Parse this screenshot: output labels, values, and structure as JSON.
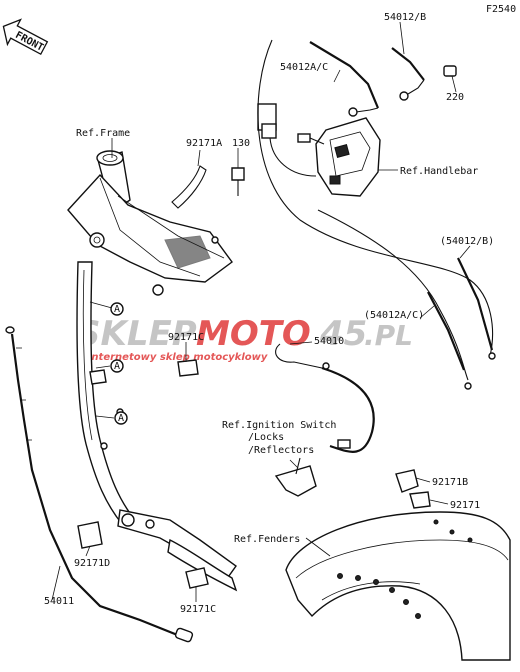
{
  "diagram_id": "F2540",
  "direction_tag": "FRONT",
  "callout_letter": "A",
  "watermark": {
    "brand_left": "SKLEP",
    "brand_right": "MOTO",
    "brand_number": "45",
    "brand_suffix": ".PL",
    "tagline": "internetowy sklep motocyklowy",
    "color_gray": "#bcbcbc",
    "color_red": "#e03a3a"
  },
  "labels": {
    "p54012b": "54012/B",
    "p54012ac": "54012A/C",
    "p220": "220",
    "ref_frame": "Ref.Frame",
    "p92171a": "92171A",
    "p130": "130",
    "ref_handlebar": "Ref.Handlebar",
    "p54012b_paren": "(54012/B)",
    "p54012ac_paren": "(54012A/C)",
    "p92171c_top": "92171C",
    "p54010": "54010",
    "ref_ignition_1": "Ref.Ignition Switch",
    "ref_ignition_2": "/Locks",
    "ref_ignition_3": "/Reflectors",
    "p92171b": "92171B",
    "p92171": "92171",
    "ref_fenders": "Ref.Fenders",
    "p92171d": "92171D",
    "p54011": "54011",
    "p92171c_bottom": "92171C"
  }
}
